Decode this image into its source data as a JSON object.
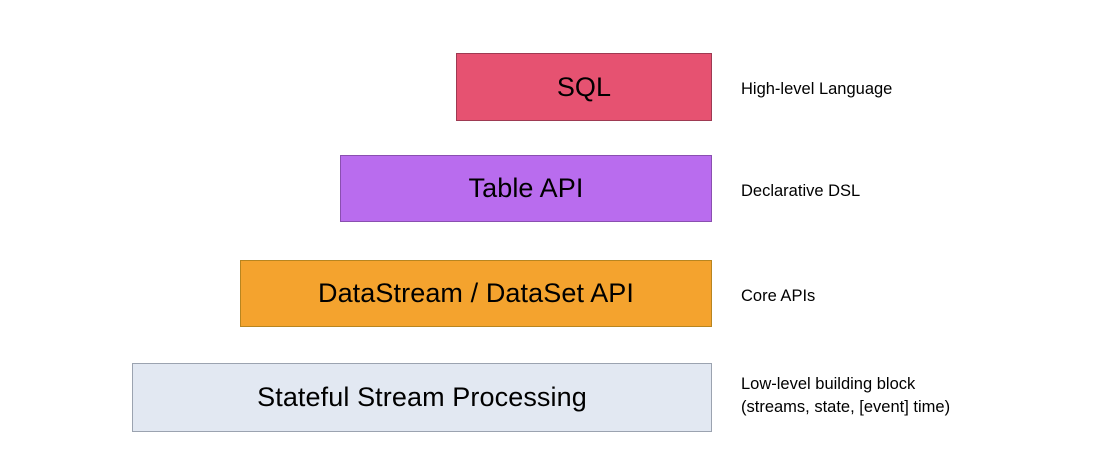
{
  "diagram": {
    "type": "layered-abstraction-stack",
    "title": "",
    "layers": [
      {
        "id": "sql",
        "label": "SQL",
        "note": "High-level Language",
        "fill_color": "#e65271",
        "border_color": "#9e3a52",
        "level": 1
      },
      {
        "id": "table-api",
        "label": "Table API",
        "note": "Declarative DSL",
        "fill_color": "#b96cee",
        "border_color": "#8a4fb0",
        "level": 2
      },
      {
        "id": "datastream-dataset-api",
        "label": "DataStream / DataSet API",
        "note": "Core APIs",
        "fill_color": "#f4a32e",
        "border_color": "#b8851f",
        "level": 3
      },
      {
        "id": "stateful-stream-processing",
        "label": "Stateful Stream Processing",
        "note": "Low-level building block\n(streams, state, [event] time)",
        "fill_color": "#e2e8f2",
        "border_color": "#9ba3b0",
        "level": 4
      }
    ]
  }
}
